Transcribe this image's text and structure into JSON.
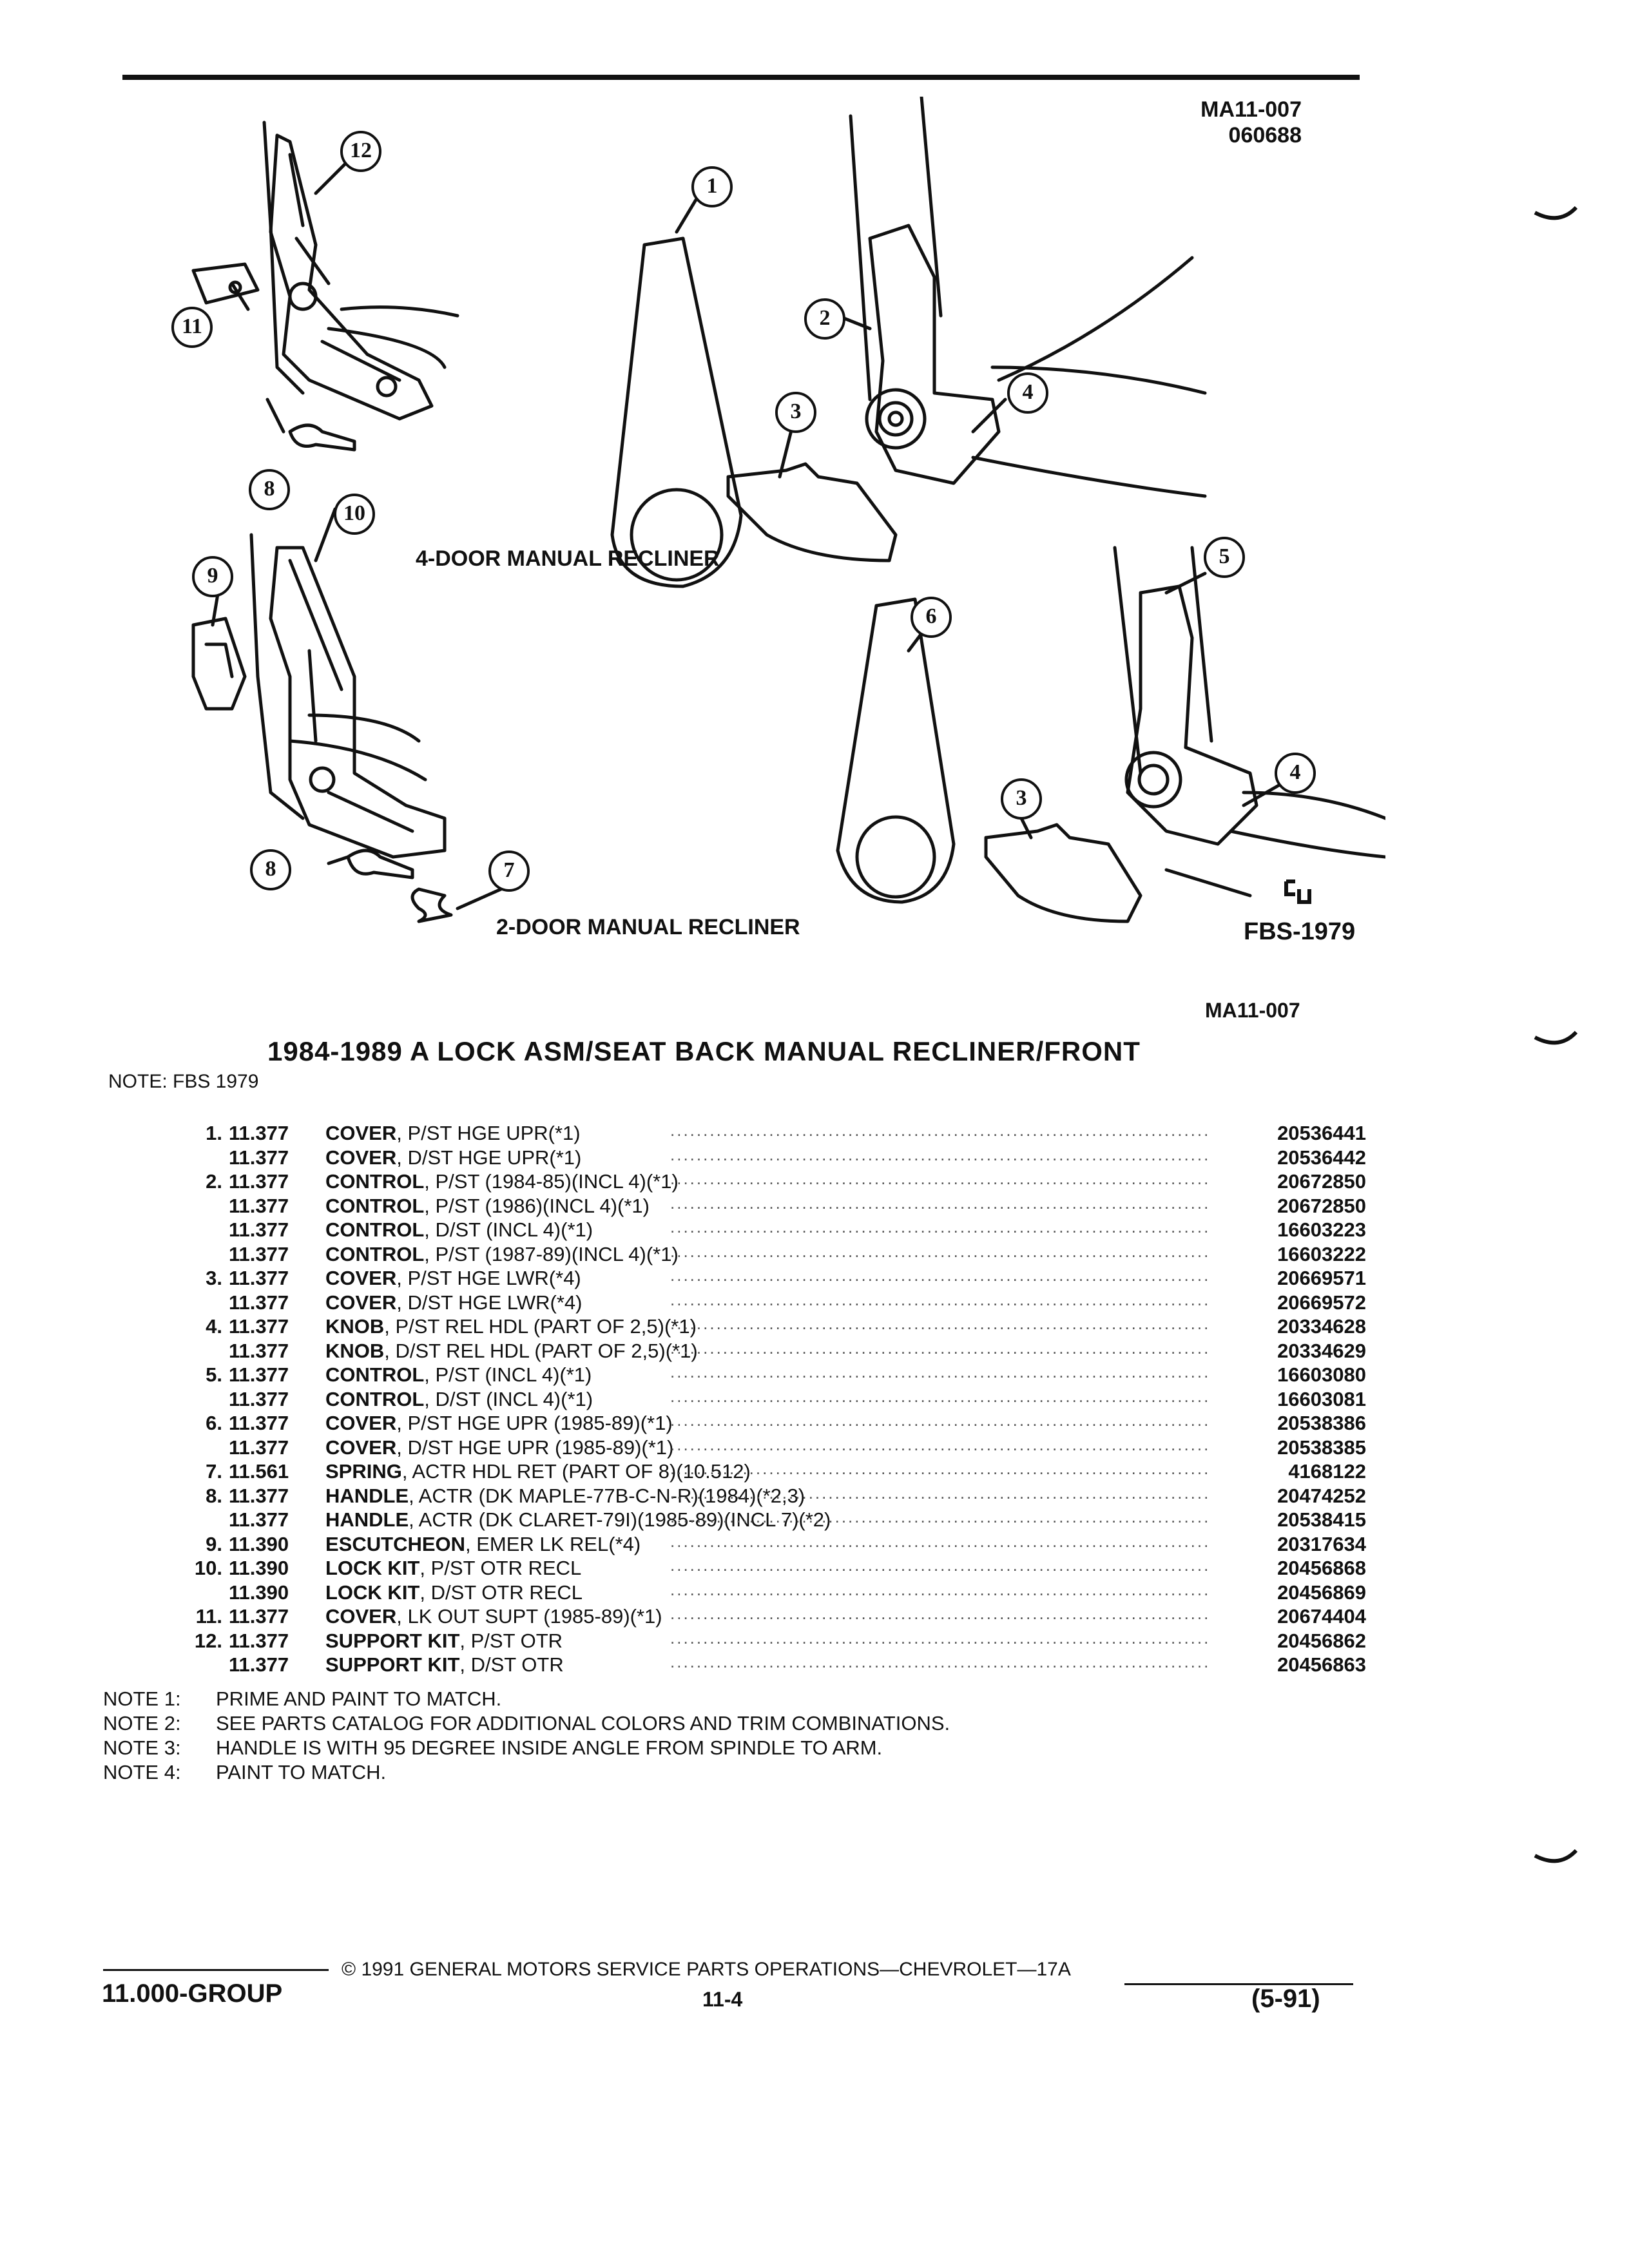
{
  "figure": {
    "id_code": "MA11-007",
    "id_date": "060688",
    "label_4door": "4-DOOR MANUAL RECLINER",
    "label_2door": "2-DOOR MANUAL RECLINER",
    "fbs_code": "FBS-1979",
    "callouts": [
      "12",
      "1",
      "11",
      "2",
      "3",
      "4",
      "8",
      "10",
      "9",
      "5",
      "6",
      "4",
      "3",
      "8",
      "7"
    ]
  },
  "page_id": "MA11-007",
  "title": "1984-1989 A LOCK ASM/SEAT BACK MANUAL RECLINER/FRONT",
  "note_header": "NOTE:  FBS 1979",
  "parts": [
    {
      "index": "1.",
      "group": "11.377",
      "name": "COVER",
      "detail": ", P/ST HGE UPR(*1)",
      "part_no": "20536441"
    },
    {
      "index": "",
      "group": "11.377",
      "name": "COVER",
      "detail": ", D/ST HGE UPR(*1)",
      "part_no": "20536442"
    },
    {
      "index": "2.",
      "group": "11.377",
      "name": "CONTROL",
      "detail": ", P/ST (1984-85)(INCL 4)(*1)",
      "part_no": "20672850"
    },
    {
      "index": "",
      "group": "11.377",
      "name": "CONTROL",
      "detail": ", P/ST (1986)(INCL 4)(*1)",
      "part_no": "20672850"
    },
    {
      "index": "",
      "group": "11.377",
      "name": "CONTROL",
      "detail": ", D/ST (INCL 4)(*1)",
      "part_no": "16603223"
    },
    {
      "index": "",
      "group": "11.377",
      "name": "CONTROL",
      "detail": ", P/ST (1987-89)(INCL 4)(*1)",
      "part_no": "16603222"
    },
    {
      "index": "3.",
      "group": "11.377",
      "name": "COVER",
      "detail": ", P/ST HGE LWR(*4)",
      "part_no": "20669571"
    },
    {
      "index": "",
      "group": "11.377",
      "name": "COVER",
      "detail": ", D/ST HGE LWR(*4)",
      "part_no": "20669572"
    },
    {
      "index": "4.",
      "group": "11.377",
      "name": "KNOB",
      "detail": ", P/ST REL HDL (PART OF 2,5)(*1)",
      "part_no": "20334628"
    },
    {
      "index": "",
      "group": "11.377",
      "name": "KNOB",
      "detail": ", D/ST REL HDL (PART OF 2,5)(*1)",
      "part_no": "20334629"
    },
    {
      "index": "5.",
      "group": "11.377",
      "name": "CONTROL",
      "detail": ", P/ST (INCL 4)(*1)",
      "part_no": "16603080"
    },
    {
      "index": "",
      "group": "11.377",
      "name": "CONTROL",
      "detail": ", D/ST (INCL 4)(*1)",
      "part_no": "16603081"
    },
    {
      "index": "6.",
      "group": "11.377",
      "name": "COVER",
      "detail": ", P/ST HGE UPR (1985-89)(*1)",
      "part_no": "20538386"
    },
    {
      "index": "",
      "group": "11.377",
      "name": "COVER",
      "detail": ", D/ST HGE UPR (1985-89)(*1)",
      "part_no": "20538385"
    },
    {
      "index": "7.",
      "group": "11.561",
      "name": "SPRING",
      "detail": ", ACTR HDL RET (PART OF 8)(10.512)",
      "part_no": "4168122"
    },
    {
      "index": "8.",
      "group": "11.377",
      "name": "HANDLE",
      "detail": ", ACTR (DK MAPLE-77B-C-N-R)(1984)(*2,3)",
      "part_no": "20474252"
    },
    {
      "index": "",
      "group": "11.377",
      "name": "HANDLE",
      "detail": ", ACTR (DK CLARET-79I)(1985-89)(INCL 7)(*2)",
      "part_no": "20538415"
    },
    {
      "index": "9.",
      "group": "11.390",
      "name": "ESCUTCHEON",
      "detail": ", EMER LK REL(*4)",
      "part_no": "20317634"
    },
    {
      "index": "10.",
      "group": "11.390",
      "name": "LOCK KIT",
      "detail": ", P/ST OTR RECL",
      "part_no": "20456868"
    },
    {
      "index": "",
      "group": "11.390",
      "name": "LOCK KIT",
      "detail": ", D/ST OTR RECL",
      "part_no": "20456869"
    },
    {
      "index": "11.",
      "group": "11.377",
      "name": "COVER",
      "detail": ", LK OUT SUPT (1985-89)(*1)",
      "part_no": "20674404"
    },
    {
      "index": "12.",
      "group": "11.377",
      "name": "SUPPORT KIT",
      "detail": ", P/ST OTR",
      "part_no": "20456862"
    },
    {
      "index": "",
      "group": "11.377",
      "name": "SUPPORT KIT",
      "detail": ", D/ST OTR",
      "part_no": "20456863"
    }
  ],
  "notes": [
    {
      "label": "NOTE  1:",
      "text": "PRIME AND PAINT TO MATCH."
    },
    {
      "label": "NOTE  2:",
      "text": "SEE PARTS CATALOG FOR ADDITIONAL COLORS AND TRIM COMBINATIONS."
    },
    {
      "label": "NOTE  3:",
      "text": "HANDLE IS WITH 95 DEGREE INSIDE ANGLE FROM SPINDLE TO ARM."
    },
    {
      "label": "NOTE  4:",
      "text": "PAINT TO MATCH."
    }
  ],
  "footer": {
    "copyright": "© 1991 GENERAL MOTORS SERVICE PARTS OPERATIONS—CHEVROLET—17A",
    "group": "11.000-GROUP",
    "page": "11-4",
    "date": "(5-91)"
  }
}
